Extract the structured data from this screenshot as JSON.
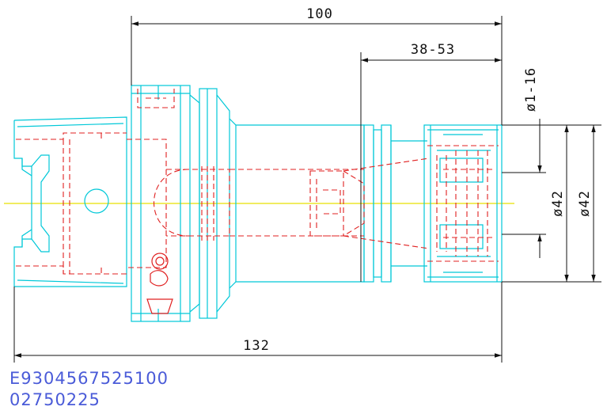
{
  "dimensions": {
    "top_length": "100",
    "clamp_range": "38-53",
    "collet_range": "ø1-16",
    "nut_dia_inner": "ø42",
    "nut_dia_outer": "ø42",
    "overall_length": "132"
  },
  "part_codes": {
    "line1": "E9304567525100",
    "line2": "02750225"
  },
  "colors": {
    "outline": "#00c8d8",
    "hidden": "#e02020",
    "centerline": "#e8e000",
    "dimension": "#111111",
    "code_text": "#4a5bd8"
  }
}
